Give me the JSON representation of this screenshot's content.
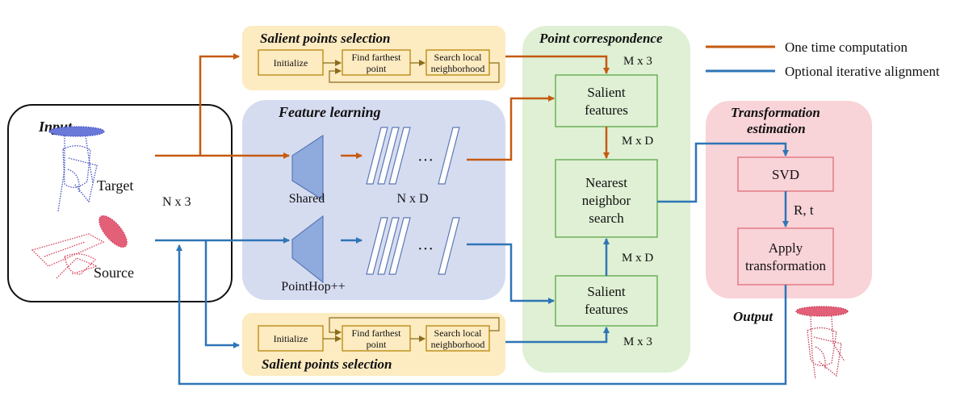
{
  "legend": {
    "one_time": "One time computation",
    "iterative": "Optional iterative alignment"
  },
  "colors": {
    "orange": "#c55a11",
    "blue": "#2e75b6",
    "yellow_panel": "#fdebc1",
    "blue_panel": "#d6dcf0",
    "green_panel": "#dff0d4",
    "pink_panel": "#f8d3d8",
    "box_gold": "#b8860b",
    "box_green": "#5aa845",
    "box_pink": "#e0707a",
    "trapezoid": "#8faadc"
  },
  "input": {
    "title": "Input",
    "target": "Target",
    "source": "Source",
    "size": "N x 3"
  },
  "salient_top": {
    "title": "Salient points selection",
    "initialize": "Initialize",
    "find_line1": "Find farthest",
    "find_line2": "point",
    "search_line1": "Search local",
    "search_line2": "neighborhood"
  },
  "salient_bottom": {
    "title": "Salient points selection",
    "initialize": "Initialize",
    "find_line1": "Find farthest",
    "find_line2": "point",
    "search_line1": "Search local",
    "search_line2": "neighborhood"
  },
  "feature": {
    "title": "Feature learning",
    "shared": "Shared",
    "pointhop": "PointHop++",
    "nxd": "N x D",
    "dots_top": "···",
    "dots_bottom": "···"
  },
  "correspondence": {
    "title": "Point correspondence",
    "mx3_top": "M x 3",
    "salient_top_line1": "Salient",
    "salient_top_line2": "features",
    "mxd_top": "M x D",
    "nn_line1": "Nearest",
    "nn_line2": "neighbor",
    "nn_line3": "search",
    "mxd_bottom": "M x D",
    "salient_bottom_line1": "Salient",
    "salient_bottom_line2": "features",
    "mx3_bottom": "M x 3"
  },
  "transform": {
    "title_line1": "Transformation",
    "title_line2": "estimation",
    "svd": "SVD",
    "rt": "R, t",
    "apply_line1": "Apply",
    "apply_line2": "transformation",
    "output": "Output"
  }
}
